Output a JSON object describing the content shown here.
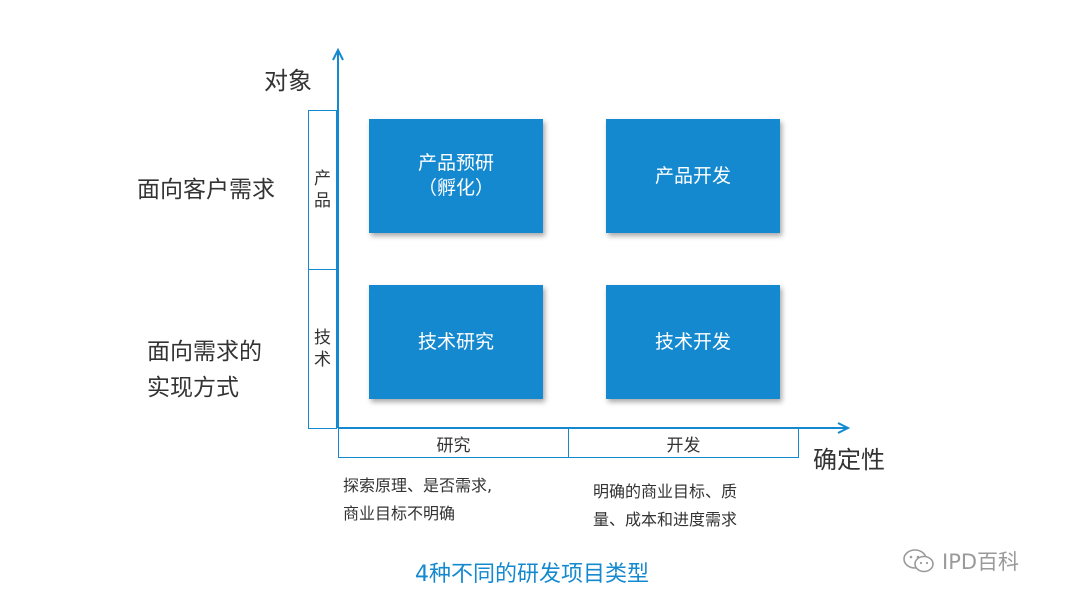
{
  "axes": {
    "y_label": "对象",
    "x_label": "确定性"
  },
  "rows": {
    "top_label": "面向客户需求",
    "bottom_label_line1": "面向需求的",
    "bottom_label_line2": "实现方式",
    "product_cell": [
      "产",
      "品"
    ],
    "tech_cell": [
      "技",
      "术"
    ]
  },
  "columns": {
    "research_cell": "研究",
    "develop_cell": "开发",
    "research_desc_line1": "探索原理、是否需求,",
    "research_desc_line2": "商业目标不明确",
    "develop_desc_line1": "明确的商业目标、质",
    "develop_desc_line2": "量、成本和进度需求"
  },
  "quadrants": {
    "product_research_line1": "产品预研",
    "product_research_line2": "（孵化）",
    "product_develop": "产品开发",
    "tech_research": "技术研究",
    "tech_develop": "技术开发"
  },
  "caption": "4种不同的研发项目类型",
  "watermark": "IPD百科",
  "colors": {
    "accent": "#1589cf"
  }
}
